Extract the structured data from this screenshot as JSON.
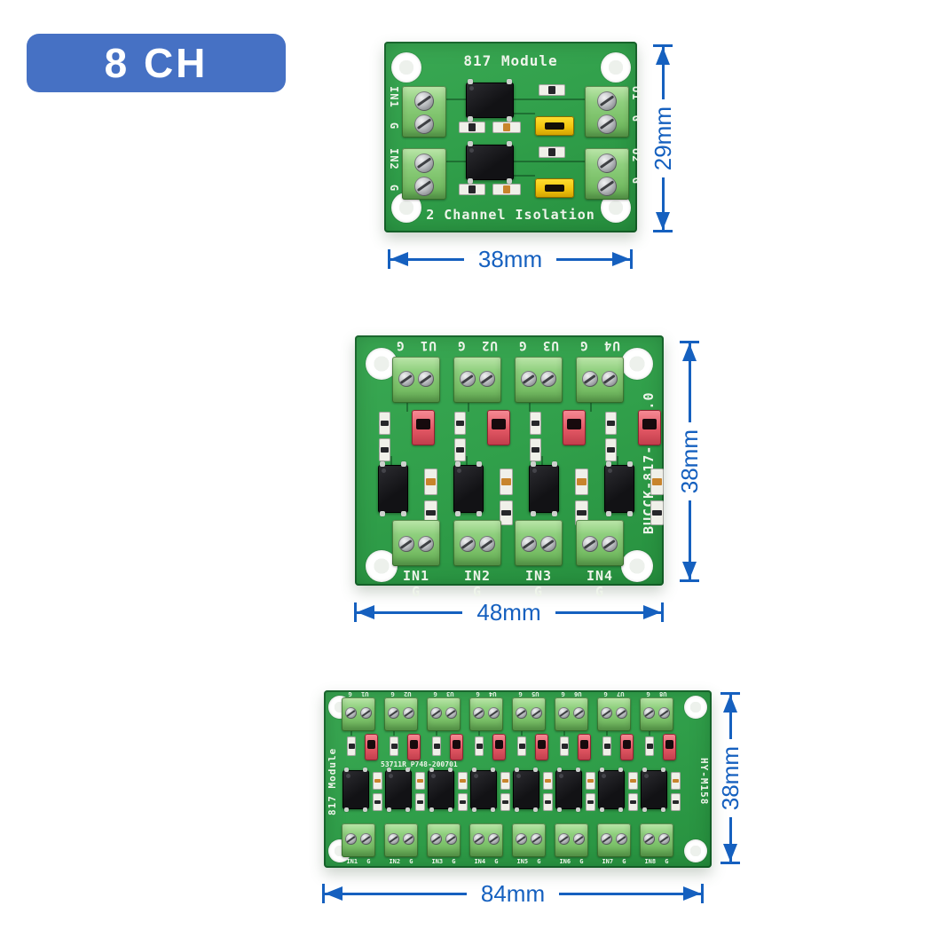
{
  "badge": {
    "label": "8 CH"
  },
  "colors": {
    "badge_blue": "#4671c4",
    "pcb_green": "#31a04b",
    "dim_blue": "#1560bf",
    "jumper_yellow": "#f2c50e",
    "jumper_red": "#e25764",
    "led_amber": "#c8842c"
  },
  "dimensions": {
    "board1_height": "29mm",
    "board1_width": "38mm",
    "board2_height": "38mm",
    "board2_width": "48mm",
    "board3_height": "38mm",
    "board3_width": "84mm"
  },
  "boards": [
    {
      "name": "2-channel-isolation-module",
      "channels": 2,
      "title": "817 Module",
      "subtitle": "2 Channel Isolation",
      "left_labels": [
        "IN1 G",
        "IN2 G"
      ],
      "right_labels": [
        "U1 G",
        "U2 G"
      ]
    },
    {
      "name": "4-channel-isolation-module",
      "channels": 4,
      "side_text": "BUCCK-817-4-V1.0",
      "top_labels": [
        "U1 G",
        "U2 G",
        "U3 G",
        "U4 G"
      ],
      "bottom_labels": [
        "IN1 G",
        "IN2 G",
        "IN3 G",
        "IN4 G"
      ]
    },
    {
      "name": "8-channel-isolation-module",
      "channels": 8,
      "left_text": "817 Module",
      "right_text": "HY-M158",
      "center_text": "53711R_P748-200701",
      "top_labels": [
        "U1 G",
        "U2 G",
        "U3 G",
        "U4 G",
        "U5 G",
        "U6 G",
        "U7 G",
        "U8 G"
      ],
      "bottom_labels": [
        "IN1 G",
        "IN2 G",
        "IN3 G",
        "IN4 G",
        "IN5 G",
        "IN6 G",
        "IN7 G",
        "IN8 G"
      ]
    }
  ]
}
